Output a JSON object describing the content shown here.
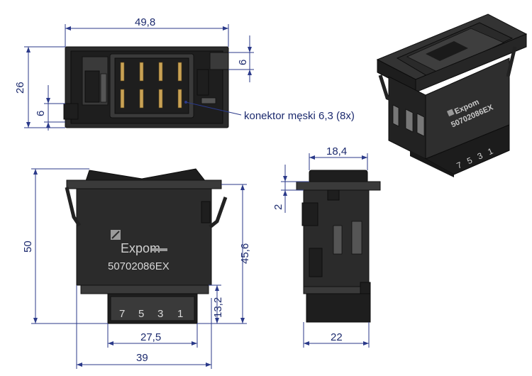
{
  "dimensions": {
    "top_width": "49,8",
    "top_height_left": "26",
    "top_small_left": "6",
    "top_small_right": "6",
    "front_total_height": "50",
    "front_inner_height": "45,6",
    "front_connector_height": "13,2",
    "front_connector_width": "27,5",
    "front_total_width": "39",
    "side_top_width": "18,4",
    "side_top_offset": "2",
    "side_bottom_width": "22"
  },
  "callout": {
    "connector_label": "konektor męski 6,3 (8x)"
  },
  "part": {
    "brand": "Expom",
    "model": "50702086EX",
    "terminal_numbers": [
      "7",
      "5",
      "3",
      "1"
    ]
  }
}
